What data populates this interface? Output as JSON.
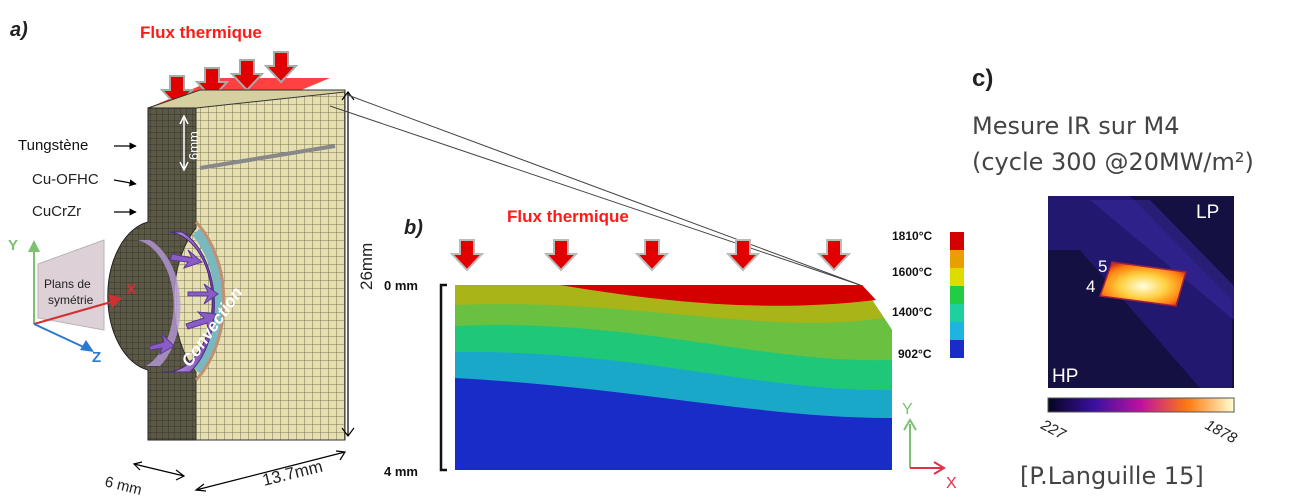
{
  "panel_a": {
    "label": "a)",
    "flux_label": "Flux thermique",
    "materials": [
      "Tungstène",
      "Cu-OFHC",
      "CuCrZr"
    ],
    "dim_tungsten": "6mm",
    "dim_height": "26mm",
    "dim_width": "13.7mm",
    "dim_depth": "6 mm",
    "convection_label": "Convection",
    "symmetry_label_1": "Plans de",
    "symmetry_label_2": "symétrie",
    "axis_y": "Y",
    "axis_x": "X",
    "axis_z": "Z"
  },
  "panel_b": {
    "label": "b)",
    "flux_label": "Flux thermique",
    "depth_top": "0 mm",
    "depth_bottom": "4 mm",
    "axis_y": "Y",
    "axis_x": "X",
    "legend": [
      {
        "label": "1810°C",
        "color": "#e00000"
      },
      {
        "label": "1600°C",
        "color": "#c8c800"
      },
      {
        "label": "1400°C",
        "color": "#1ec878"
      },
      {
        "label": "902°C",
        "color": "#1a2cc8"
      }
    ],
    "legend_colors": [
      "#d40000",
      "#e8a000",
      "#dcdc00",
      "#22cc44",
      "#1ecfa0",
      "#1eb4e0",
      "#1a2cc8"
    ]
  },
  "panel_c": {
    "label": "c)",
    "title_line1": "Mesure IR sur M4",
    "title_line2": "(cycle 300 @20MW/m²)",
    "tag_lp": "LP",
    "tag_hp": "HP",
    "tag_5": "5",
    "tag_4": "4",
    "scale_min": "227",
    "scale_max": "1878",
    "citation": "[P.Languille 15]"
  },
  "colors": {
    "flux_red": "#ff1a1a",
    "arrow_red": "#e00000",
    "mesh_fill": "#e6dfb0",
    "convection_purple": "#7a4cb0",
    "axis_green": "#7cc070",
    "axis_red": "#d03030",
    "axis_blue": "#2a7ad0"
  }
}
